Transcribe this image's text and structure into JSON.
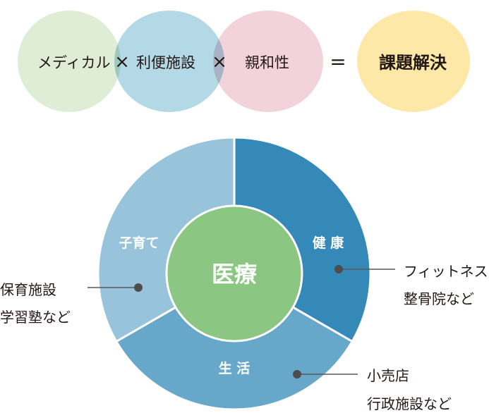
{
  "equation": {
    "terms": [
      "メディカル",
      "利便施設",
      "親和性"
    ],
    "operators": [
      "×",
      "×",
      "="
    ],
    "result": "課題解決",
    "colors": {
      "medical": "#e0edd6",
      "convenience": "#b3d8e6",
      "affinity": "#f3d3db",
      "result": "#fde8a8"
    }
  },
  "diagram": {
    "center": {
      "label": "医療",
      "color": "#8bc683"
    },
    "segments": [
      {
        "label": "健 康",
        "color": "#3589b8",
        "note_lines": [
          "フィットネス",
          "整骨院など"
        ]
      },
      {
        "label": "生 活",
        "color": "#67a7ca",
        "note_lines": [
          "小売店",
          "行政施設など"
        ]
      },
      {
        "label": "子育て",
        "color": "#98c4db",
        "note_lines": [
          "保育施設",
          "学習塾など"
        ]
      }
    ]
  }
}
